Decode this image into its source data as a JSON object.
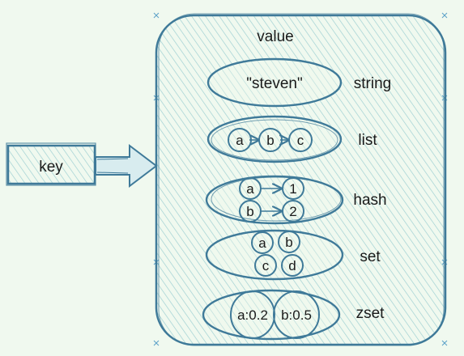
{
  "colors": {
    "background": "#f0f9ef",
    "stroke": "#3f7a99",
    "hatch": "#9fd0d2",
    "text": "#1a1a1a"
  },
  "key_label": "key",
  "value_label": "value",
  "types": [
    {
      "label": "string",
      "content": "\"steven\""
    },
    {
      "label": "list",
      "items": [
        "a",
        "b",
        "c"
      ]
    },
    {
      "label": "hash",
      "pairs": [
        [
          "a",
          "1"
        ],
        [
          "b",
          "2"
        ]
      ]
    },
    {
      "label": "set",
      "members": [
        "a",
        "b",
        "c",
        "d"
      ]
    },
    {
      "label": "zset",
      "members": [
        "a:0.2",
        "b:0.5"
      ]
    }
  ]
}
